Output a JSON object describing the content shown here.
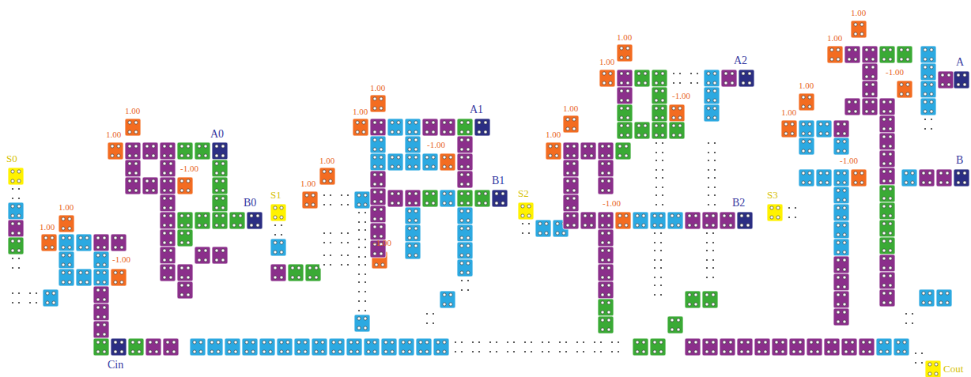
{
  "diagram": {
    "labels": [
      "S0",
      "1.00",
      "1.00",
      "-1.00",
      "1.00",
      "1.00",
      "-1.00",
      "A0",
      "B0",
      "Cin",
      "S1",
      "1.00",
      "1.00",
      "-1.00",
      "1.00",
      "1.00",
      "-1.00",
      "A1",
      "B1",
      "S2",
      "1.00",
      "1.00",
      "-1.00",
      "1.00",
      "1.00",
      "-1.00",
      "A2",
      "B2",
      "S3",
      "1.00",
      "1.00",
      "-1.00",
      "1.00",
      "1.00",
      "-1.00",
      "A",
      "B",
      "Cout"
    ]
  }
}
